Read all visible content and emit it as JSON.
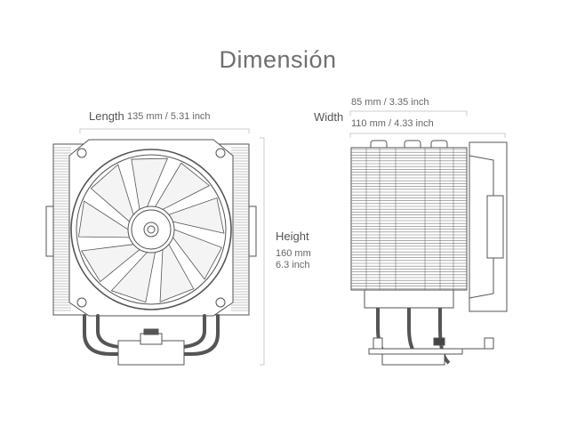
{
  "title": "Dimensión",
  "length": {
    "label": "Length",
    "value": "135 mm / 5.31 inch"
  },
  "width": {
    "label": "Width",
    "value_fins": "85 mm / 3.35 inch",
    "value_total": "110 mm / 4.33 inch"
  },
  "height": {
    "label": "Height",
    "value_mm": "160 mm",
    "value_inch": "6.3 inch"
  },
  "colors": {
    "line": "#555555",
    "dim_line": "#cccccc",
    "text": "#666666"
  }
}
